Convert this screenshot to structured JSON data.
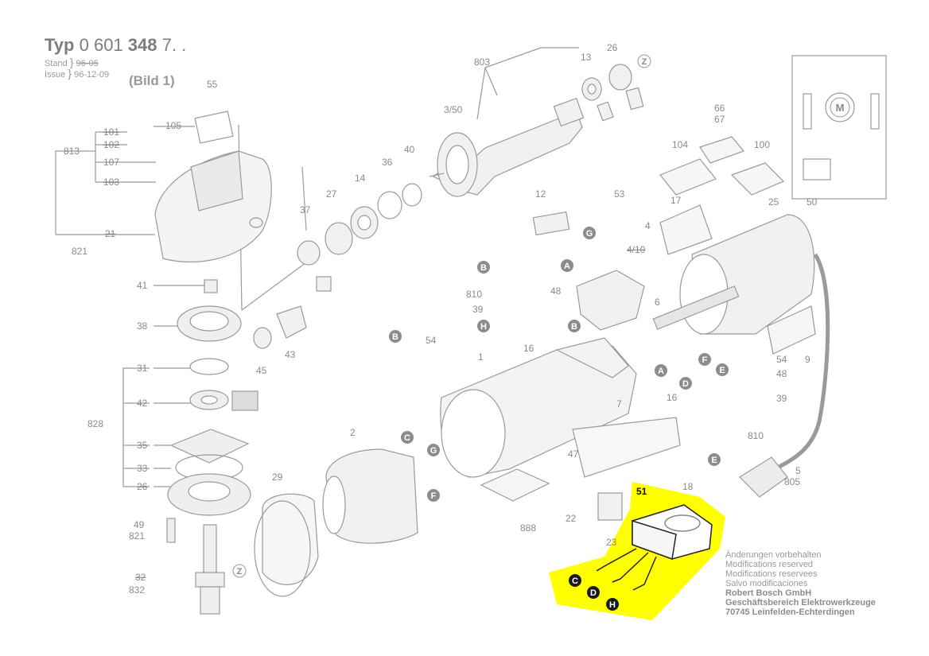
{
  "header": {
    "typ_word": "Typ",
    "typ_prefix": "0 601",
    "typ_bold": "348",
    "typ_suffix": "7. .",
    "stand_label": "Stand",
    "issue_label": "Issue",
    "stand_old": "96-05",
    "issue_date": "96-12-09",
    "bild": "(Bild 1)"
  },
  "footer": {
    "lines": [
      "Änderungen vorbehalten",
      "Modifications reserved",
      "Modifications reservees",
      "Salvo modificaciones"
    ],
    "company": [
      "Robert Bosch GmbH",
      "Geschäftsbereich Elektrowerkzeuge",
      "70745 Leinfelden-Echterdingen"
    ]
  },
  "labels": {
    "p55": "55",
    "p105": "105",
    "p101": "101",
    "p102": "102",
    "p107": "107",
    "p103": "103",
    "p813": "813",
    "p21": "21",
    "p821": "821",
    "p41": "41",
    "p38": "38",
    "p31": "31",
    "p42": "42",
    "p828": "828",
    "p35": "35",
    "p33": "33",
    "p26b": "26",
    "p49": "49",
    "p821b": "821",
    "p32": "32",
    "p832": "832",
    "p37": "37",
    "p27": "27",
    "p14": "14",
    "p36": "36",
    "p40": "40",
    "p803": "803",
    "p350": "3/50",
    "p13": "13",
    "p26": "26",
    "p45": "45",
    "p43": "43",
    "p29": "29",
    "p2": "2",
    "p1": "1",
    "p54a": "54",
    "p12": "12",
    "p53": "53",
    "p4": "4",
    "p410": "4/10",
    "p810a": "810",
    "p48a": "48",
    "p39a": "39",
    "p16a": "16",
    "p6": "6",
    "p104": "104",
    "p66": "66",
    "p67": "67",
    "p100": "100",
    "p17": "17",
    "p25": "25",
    "p50": "50",
    "p54b": "54",
    "p48b": "48",
    "p16b": "16",
    "p39b": "39",
    "p810b": "810",
    "p9": "9",
    "p7": "7",
    "p47": "47",
    "p18": "18",
    "p22": "22",
    "p23": "23",
    "p888": "888",
    "p5": "5",
    "p805": "805",
    "p51": "51"
  },
  "callouts": {
    "Z1": "Z",
    "Z2": "Z",
    "A1": "A",
    "A2": "A",
    "B1": "B",
    "B2": "B",
    "B3": "B",
    "C1": "C",
    "C2": "C",
    "D1": "D",
    "D2": "D",
    "E1": "E",
    "E2": "E",
    "F1": "F",
    "F2": "F",
    "G1": "G",
    "G2": "G",
    "H1": "H",
    "H2": "H",
    "M": "M"
  },
  "colors": {
    "highlight": "#ffff00",
    "line": "#9a9a9a",
    "callout_fill": "#8c8c8c",
    "callout_dark": "#1a1a1a"
  }
}
